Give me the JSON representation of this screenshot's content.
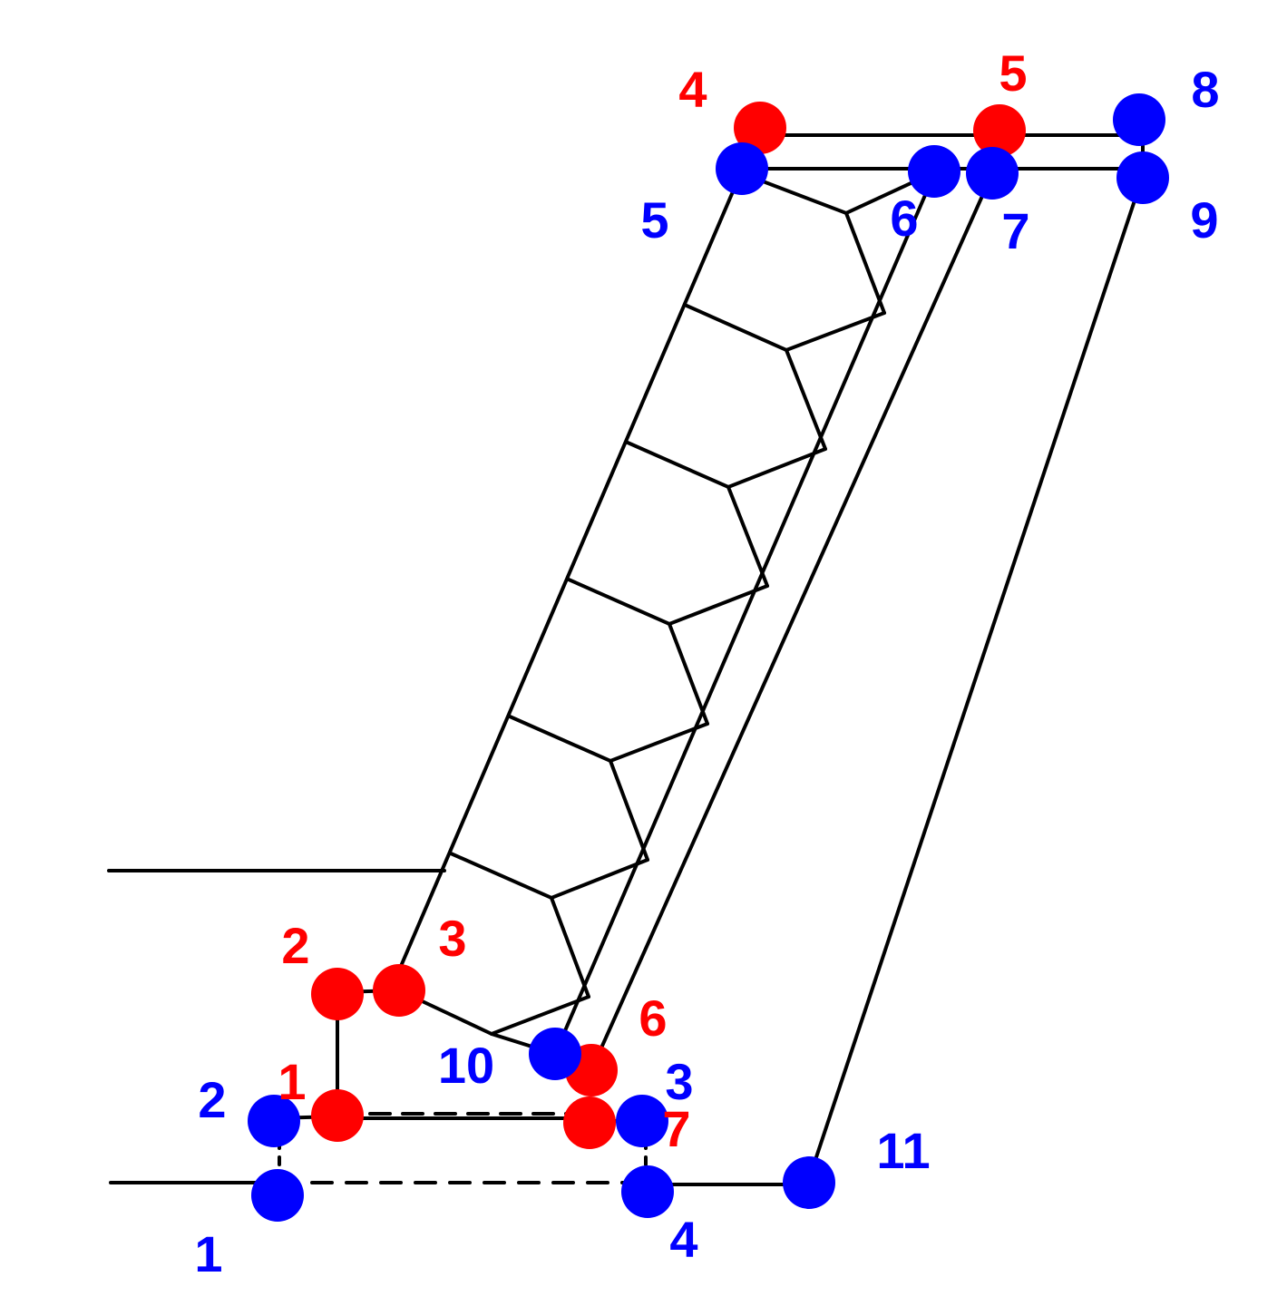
{
  "colors": {
    "red_node": "#ff0000",
    "blue_node": "#0000ff",
    "line": "#000000"
  },
  "red_labels": {
    "n1": "1",
    "n2": "2",
    "n3": "3",
    "n4": "4",
    "n5": "5",
    "n6": "6",
    "n7": "7"
  },
  "blue_labels": {
    "n1": "1",
    "n2": "2",
    "n3": "3",
    "n4": "4",
    "n5": "5",
    "n6": "6",
    "n7": "7",
    "n8": "8",
    "n9": "9",
    "n10": "10",
    "n11": "11"
  }
}
